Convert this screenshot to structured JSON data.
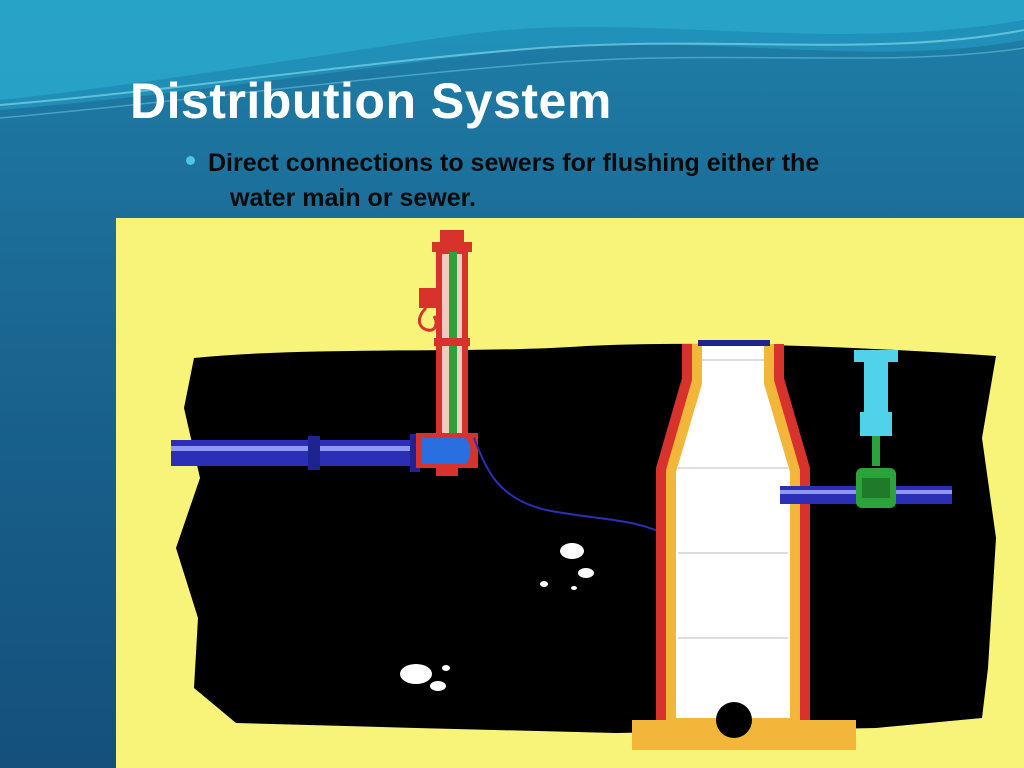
{
  "slide": {
    "title": "Distribution System",
    "bullet_line1": "Direct connections to sewers for flushing either the",
    "bullet_line2": "water main or sewer."
  },
  "colors": {
    "background": "#1b6a95",
    "panel": "#f8f47a",
    "ground": "#000000",
    "pipe": "#2b2fb5",
    "hydrant": "#d8322c",
    "manhole_wall": "#f2b63a",
    "valve": "#2ca33a",
    "standpipe": "#4fd2ea"
  },
  "icons": {
    "bullet": "bullet-dot-icon",
    "hydrant": "fire-hydrant-icon",
    "valve": "gate-valve-icon",
    "manhole": "manhole-icon"
  }
}
